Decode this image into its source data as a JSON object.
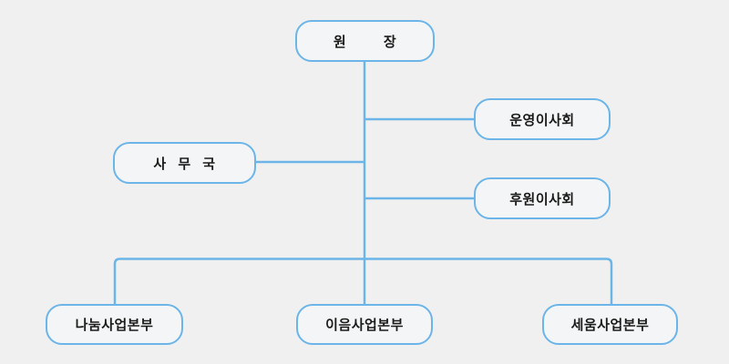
{
  "app": {
    "background_color": "#f0f0f0",
    "accent_color": "#6cb5e8",
    "box_fill_color": "#f4f5f6",
    "text_color": "#1b1b1b"
  },
  "org_chart": {
    "root": {
      "label": "원 장"
    },
    "office": {
      "label": "사 무 국"
    },
    "boards": [
      {
        "label": "운영이사회"
      },
      {
        "label": "후원이사회"
      }
    ],
    "divisions": [
      {
        "label": "나눔사업본부"
      },
      {
        "label": "이음사업본부"
      },
      {
        "label": "세움사업본부"
      }
    ]
  }
}
